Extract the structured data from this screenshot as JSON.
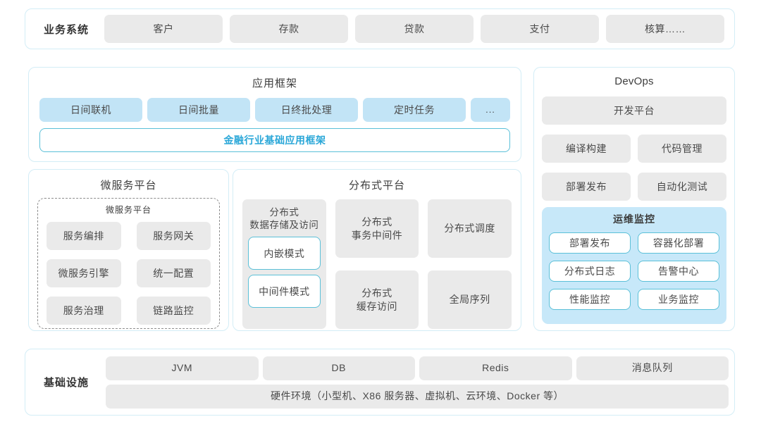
{
  "business_systems": {
    "label": "业务系统",
    "items": [
      "客户",
      "存款",
      "贷款",
      "支付",
      "核算……"
    ]
  },
  "app_framework": {
    "title": "应用框架",
    "modules": [
      "日间联机",
      "日间批量",
      "日终批处理",
      "定时任务",
      "..."
    ],
    "base_framework": "金融行业基础应用框架"
  },
  "microservice_platform": {
    "title": "微服务平台",
    "inner_title": "微服务平台",
    "items": [
      "服务编排",
      "服务网关",
      "微服务引擎",
      "统一配置",
      "服务治理",
      "链路监控"
    ]
  },
  "distributed_platform": {
    "title": "分布式平台",
    "data_storage": {
      "line1": "分布式",
      "line2": "数据存储及访问",
      "modes": [
        "内嵌模式",
        "中间件模式"
      ]
    },
    "transaction": {
      "line1": "分布式",
      "line2": "事务中间件"
    },
    "cache": {
      "line1": "分布式",
      "line2": "缓存访问"
    },
    "scheduler": "分布式调度",
    "sequence": "全局序列"
  },
  "devops": {
    "title": "DevOps",
    "dev_platform": "开发平台",
    "tools": [
      "编译构建",
      "代码管理",
      "部署发布",
      "自动化测试"
    ],
    "ops_monitor": {
      "title": "运维监控",
      "items": [
        "部署发布",
        "容器化部署",
        "分布式日志",
        "告警中心",
        "性能监控",
        "业务监控"
      ]
    }
  },
  "infrastructure": {
    "label": "基础设施",
    "items": [
      "JVM",
      "DB",
      "Redis",
      "消息队列"
    ],
    "hardware": "硬件环境（小型机、X86 服务器、虚拟机、云环境、Docker 等）"
  },
  "colors": {
    "accent_text": "#2aa7d8",
    "panel_border": "#d3edf6",
    "blue_box_bg": "#c2e4f6",
    "gray_box_bg": "#eaeaea",
    "monitor_bg": "#c7e8f9",
    "cyan_outline": "#5bc0d8"
  }
}
